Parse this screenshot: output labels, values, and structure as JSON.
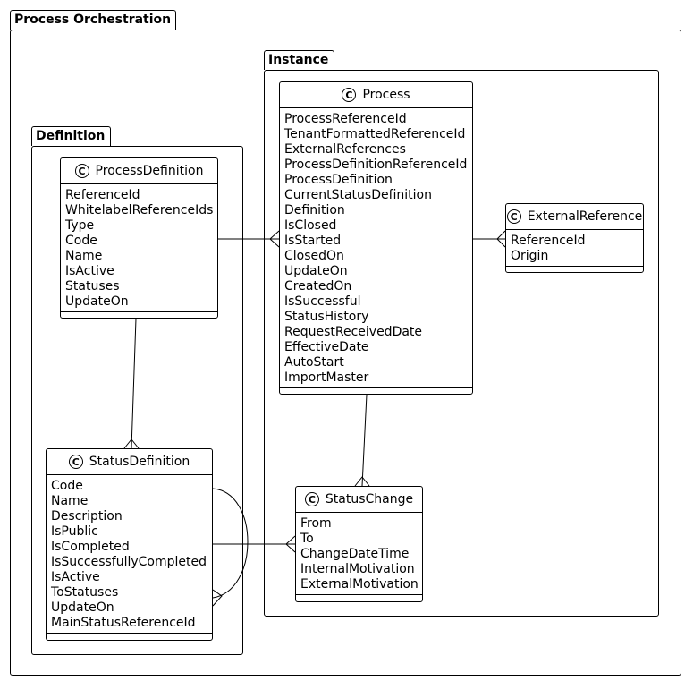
{
  "packages": {
    "root": "Process Orchestration",
    "instance": "Instance",
    "definition": "Definition"
  },
  "classes": {
    "process": {
      "name": "Process",
      "stereotype_glyph": "C",
      "fields": [
        "ProcessReferenceId",
        "TenantFormattedReferenceId",
        "ExternalReferences",
        "ProcessDefinitionReferenceId",
        "ProcessDefinition",
        "CurrentStatusDefinition",
        "Definition",
        "IsClosed",
        "IsStarted",
        "ClosedOn",
        "UpdateOn",
        "CreatedOn",
        "IsSuccessful",
        "StatusHistory",
        "RequestReceivedDate",
        "EffectiveDate",
        "AutoStart",
        "ImportMaster"
      ]
    },
    "process_definition": {
      "name": "ProcessDefinition",
      "stereotype_glyph": "C",
      "fields": [
        "ReferenceId",
        "WhitelabelReferenceIds",
        "Type",
        "Code",
        "Name",
        "IsActive",
        "Statuses",
        "UpdateOn"
      ]
    },
    "external_reference": {
      "name": "ExternalReference",
      "stereotype_glyph": "C",
      "fields": [
        "ReferenceId",
        "Origin"
      ]
    },
    "status_definition": {
      "name": "StatusDefinition",
      "stereotype_glyph": "C",
      "fields": [
        "Code",
        "Name",
        "Description",
        "IsPublic",
        "IsCompleted",
        "IsSuccessfullyCompleted",
        "IsActive",
        "ToStatuses",
        "UpdateOn",
        "MainStatusReferenceId"
      ]
    },
    "status_change": {
      "name": "StatusChange",
      "stereotype_glyph": "C",
      "fields": [
        "From",
        "To",
        "ChangeDateTime",
        "InternalMotivation",
        "ExternalMotivation"
      ]
    }
  }
}
